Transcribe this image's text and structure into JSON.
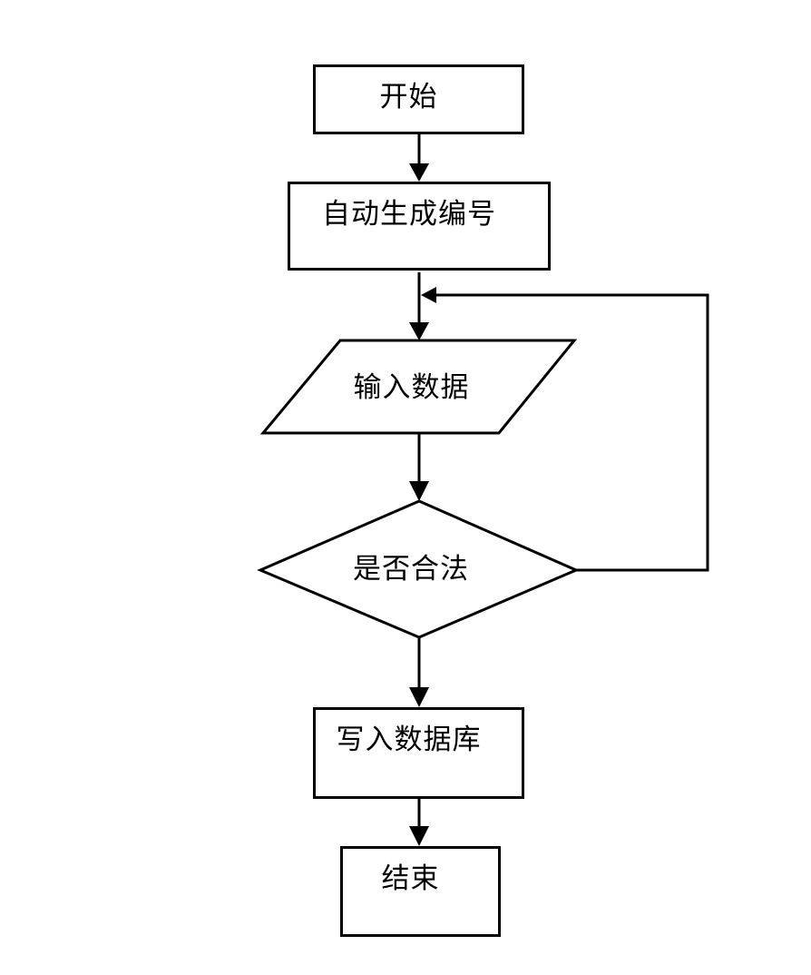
{
  "page": {
    "background_color": "#ffffff",
    "stroke_color": "#000000",
    "shape_fill_color": "#ffffff"
  },
  "flowchart": {
    "nodes": [
      {
        "id": "start",
        "label": "开始",
        "shape": "rectangle"
      },
      {
        "id": "generate-id",
        "label": "自动生成编号",
        "shape": "rectangle"
      },
      {
        "id": "input-data",
        "label": "输入数据",
        "shape": "parallelogram"
      },
      {
        "id": "validate",
        "label": "是否合法",
        "shape": "diamond"
      },
      {
        "id": "write-db",
        "label": "写入数据库",
        "shape": "rectangle"
      },
      {
        "id": "end",
        "label": "结束",
        "shape": "rectangle"
      }
    ],
    "edges": [
      {
        "from": "start",
        "to": "generate-id",
        "kind": "straight"
      },
      {
        "from": "generate-id",
        "to": "input-data",
        "kind": "straight"
      },
      {
        "from": "input-data",
        "to": "validate",
        "kind": "straight"
      },
      {
        "from": "validate",
        "to": "write-db",
        "kind": "straight"
      },
      {
        "from": "validate",
        "to": "input-data",
        "kind": "loop-back"
      },
      {
        "from": "write-db",
        "to": "end",
        "kind": "straight"
      }
    ]
  }
}
